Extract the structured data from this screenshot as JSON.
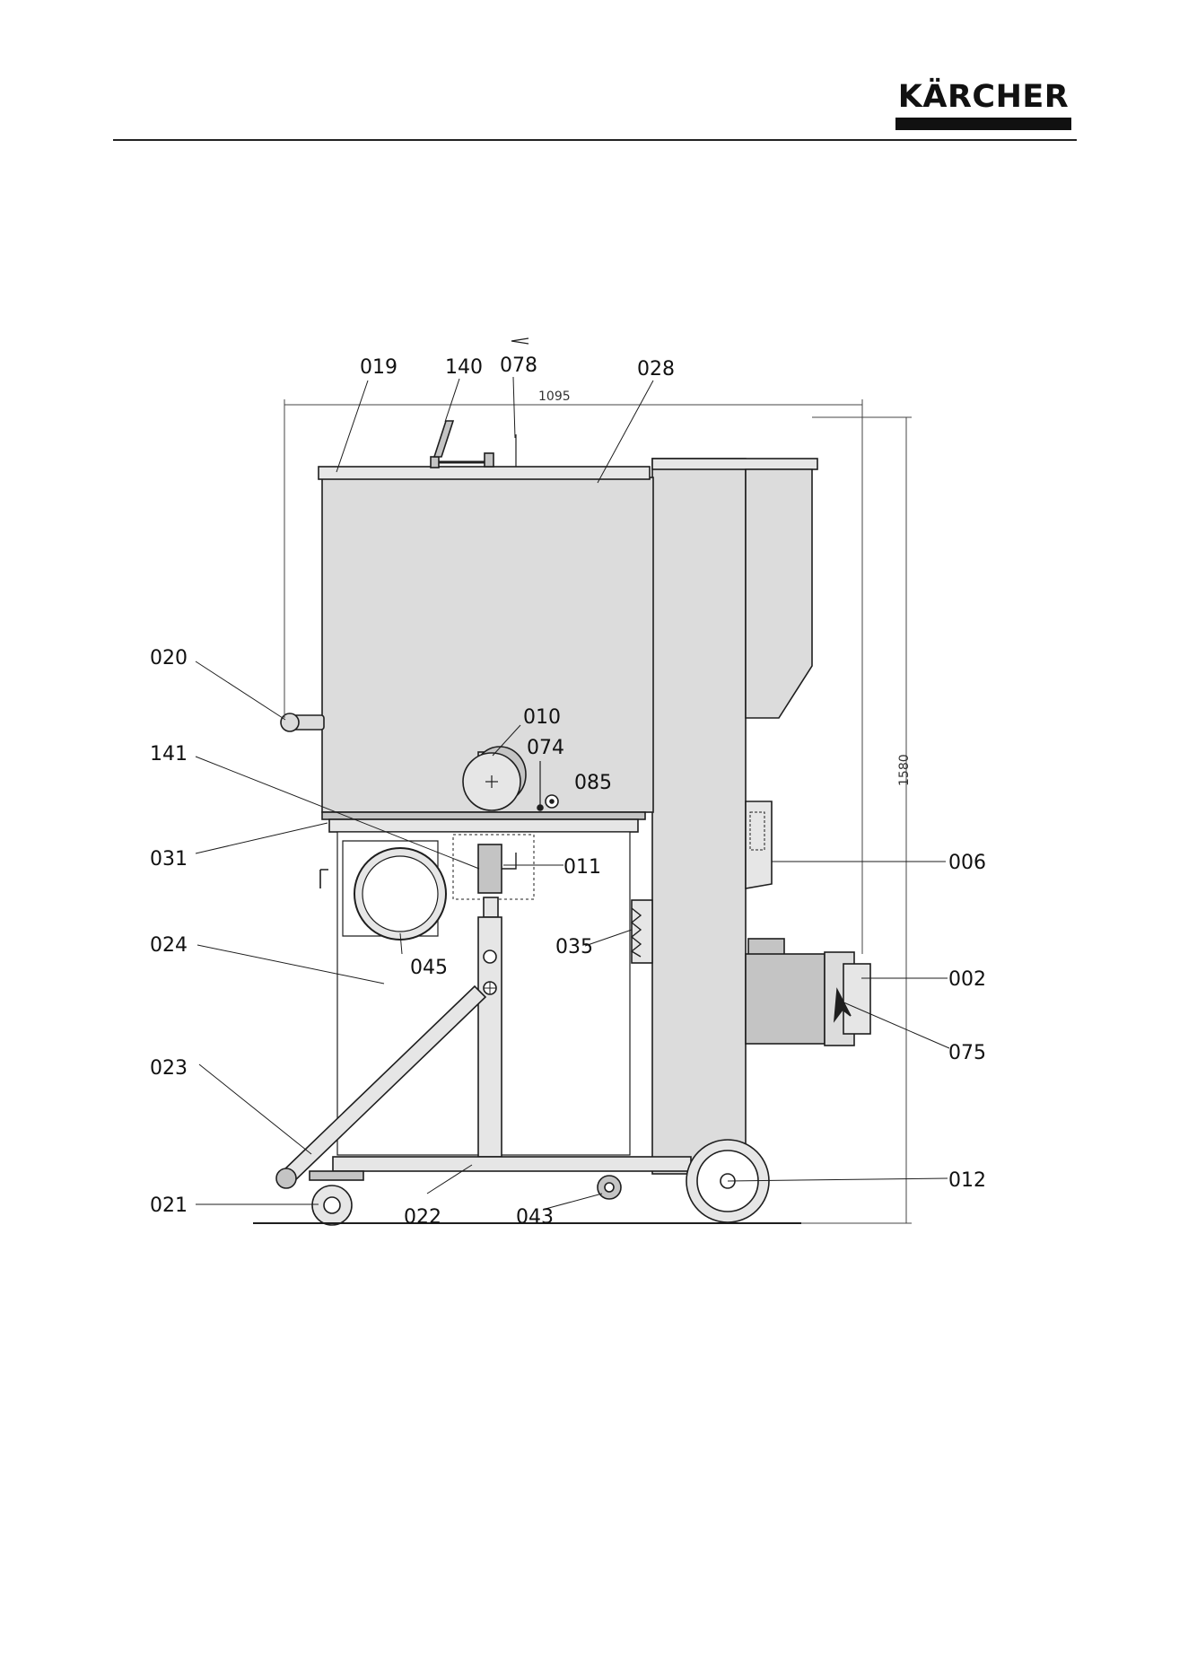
{
  "brand": {
    "logo_text": "KÄRCHER"
  },
  "drawing": {
    "dimensions": {
      "width_label": "1095",
      "height_label": "1580"
    },
    "callouts": {
      "c019": "019",
      "c140": "140",
      "c078": "078",
      "c028": "028",
      "c020": "020",
      "c010": "010",
      "c074": "074",
      "c085": "085",
      "c141": "141",
      "c031": "031",
      "c011": "011",
      "c006": "006",
      "c024": "024",
      "c045": "045",
      "c035": "035",
      "c002": "002",
      "c075": "075",
      "c023": "023",
      "c012": "012",
      "c021": "021",
      "c022": "022",
      "c043": "043"
    }
  },
  "colors": {
    "body_fill": "#dcdcdc",
    "body_fill_light": "#e6e6e6",
    "body_fill_dark": "#c4c4c4",
    "line": "#1e1e1e"
  }
}
